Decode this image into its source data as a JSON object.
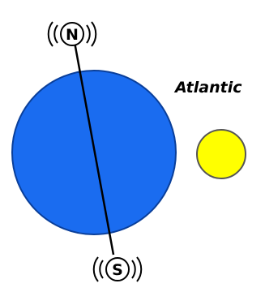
{
  "diagram": {
    "north_label": "N",
    "south_label": "S",
    "side_label": "Atlantic",
    "colors": {
      "earth": "#1a6cf0",
      "earth_outline": "#0a3f9a",
      "sun": "#ffff00",
      "sun_outline": "#555555",
      "axis": "#000000"
    }
  }
}
